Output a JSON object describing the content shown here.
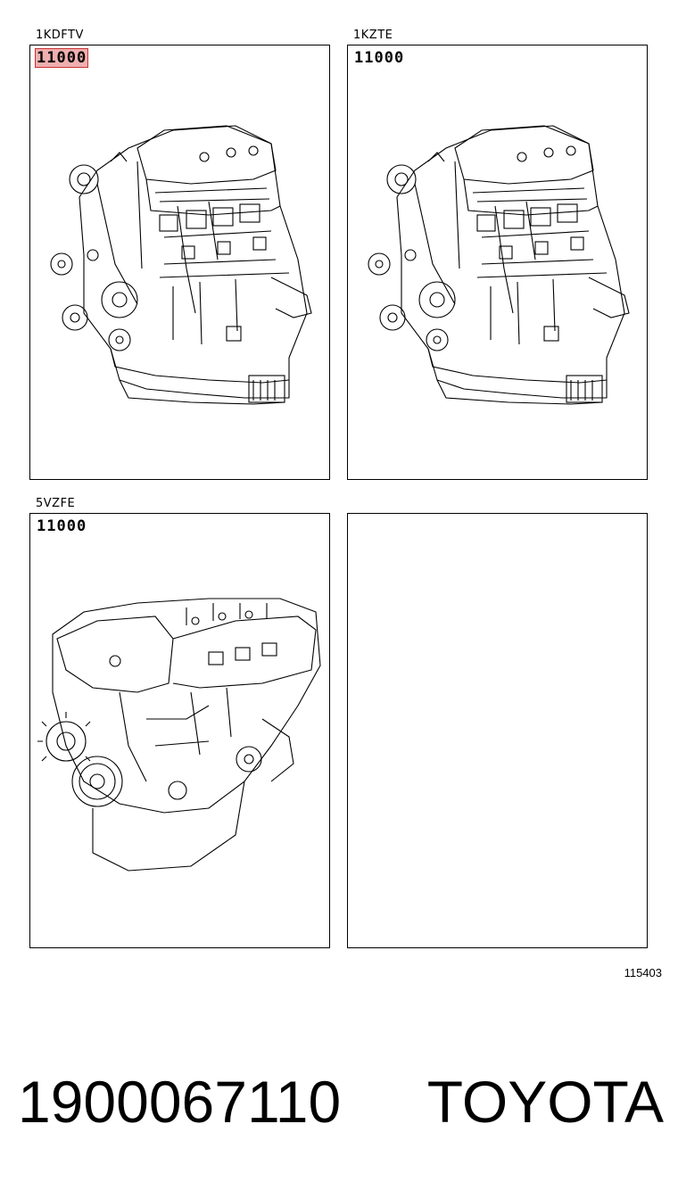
{
  "panels": [
    {
      "engine": "1KDFTV",
      "part_number": "11000",
      "highlighted": true
    },
    {
      "engine": "1KZTE",
      "part_number": "11000",
      "highlighted": false
    },
    {
      "engine": "5VZFE",
      "part_number": "11000",
      "highlighted": false
    },
    {
      "engine": "",
      "part_number": "",
      "highlighted": false
    }
  ],
  "ref_code": "115403",
  "footer": {
    "part_number": "1900067110",
    "brand": "TOYOTA"
  },
  "colors": {
    "highlight": "#e46e6e",
    "line": "#000000",
    "background": "#ffffff"
  }
}
